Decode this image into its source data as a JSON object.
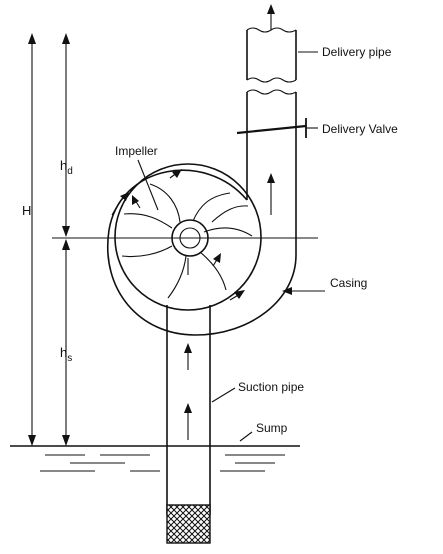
{
  "labels": {
    "delivery_pipe": "Delivery pipe",
    "delivery_valve": "Delivery Valve",
    "impeller": "Impeller",
    "casing": "Casing",
    "suction_pipe": "Suction pipe",
    "sump": "Sump"
  },
  "dimensions": {
    "H": "H",
    "hd": "h",
    "hd_sub": "d",
    "hs": "h",
    "hs_sub": "s"
  },
  "colors": {
    "line": "#111111",
    "background": "#ffffff"
  }
}
